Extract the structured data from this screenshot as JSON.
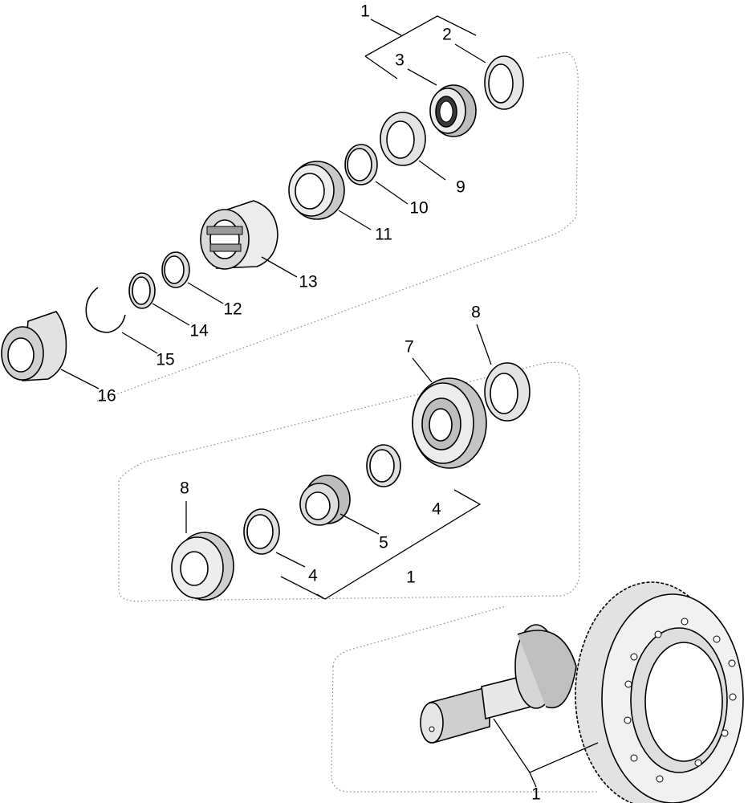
{
  "labels": {
    "l1a": "1",
    "l2": "2",
    "l3": "3",
    "l9": "9",
    "l10": "10",
    "l11": "11",
    "l12": "12",
    "l13": "13",
    "l14": "14",
    "l15": "15",
    "l16": "16",
    "l8a": "8",
    "l7": "7",
    "l8b": "8",
    "l4a": "4",
    "l5": "5",
    "l4b": "4",
    "l1b": "1",
    "l1c": "1"
  }
}
